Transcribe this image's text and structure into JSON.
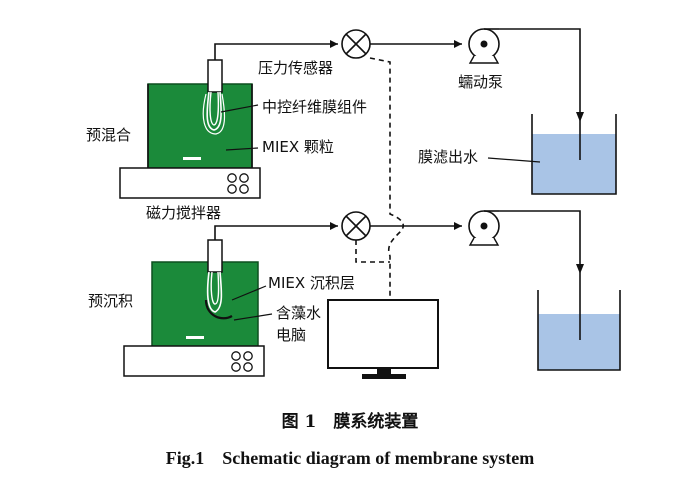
{
  "labels": {
    "pressure_sensor": "压力传感器",
    "peristaltic_pump": "蠕动泵",
    "premix": "预混合",
    "membrane_module": "中控纤维膜组件",
    "miex_particles": "MIEX 颗粒",
    "permeate": "膜滤出水",
    "magnetic_stirrer": "磁力搅拌器",
    "predeposit": "预沉积",
    "miex_deposit_layer": "MIEX 沉积层",
    "algae_water": "含藻水",
    "computer": "电脑"
  },
  "caption": {
    "cn": "图 1　膜系统装置",
    "en": "Fig.1　Schematic diagram of membrane system"
  },
  "colors": {
    "tank_green": "#1b8a3a",
    "tank_green_dark": "#0f6e2a",
    "permeate_blue": "#a9c4e6",
    "line": "#111111"
  }
}
